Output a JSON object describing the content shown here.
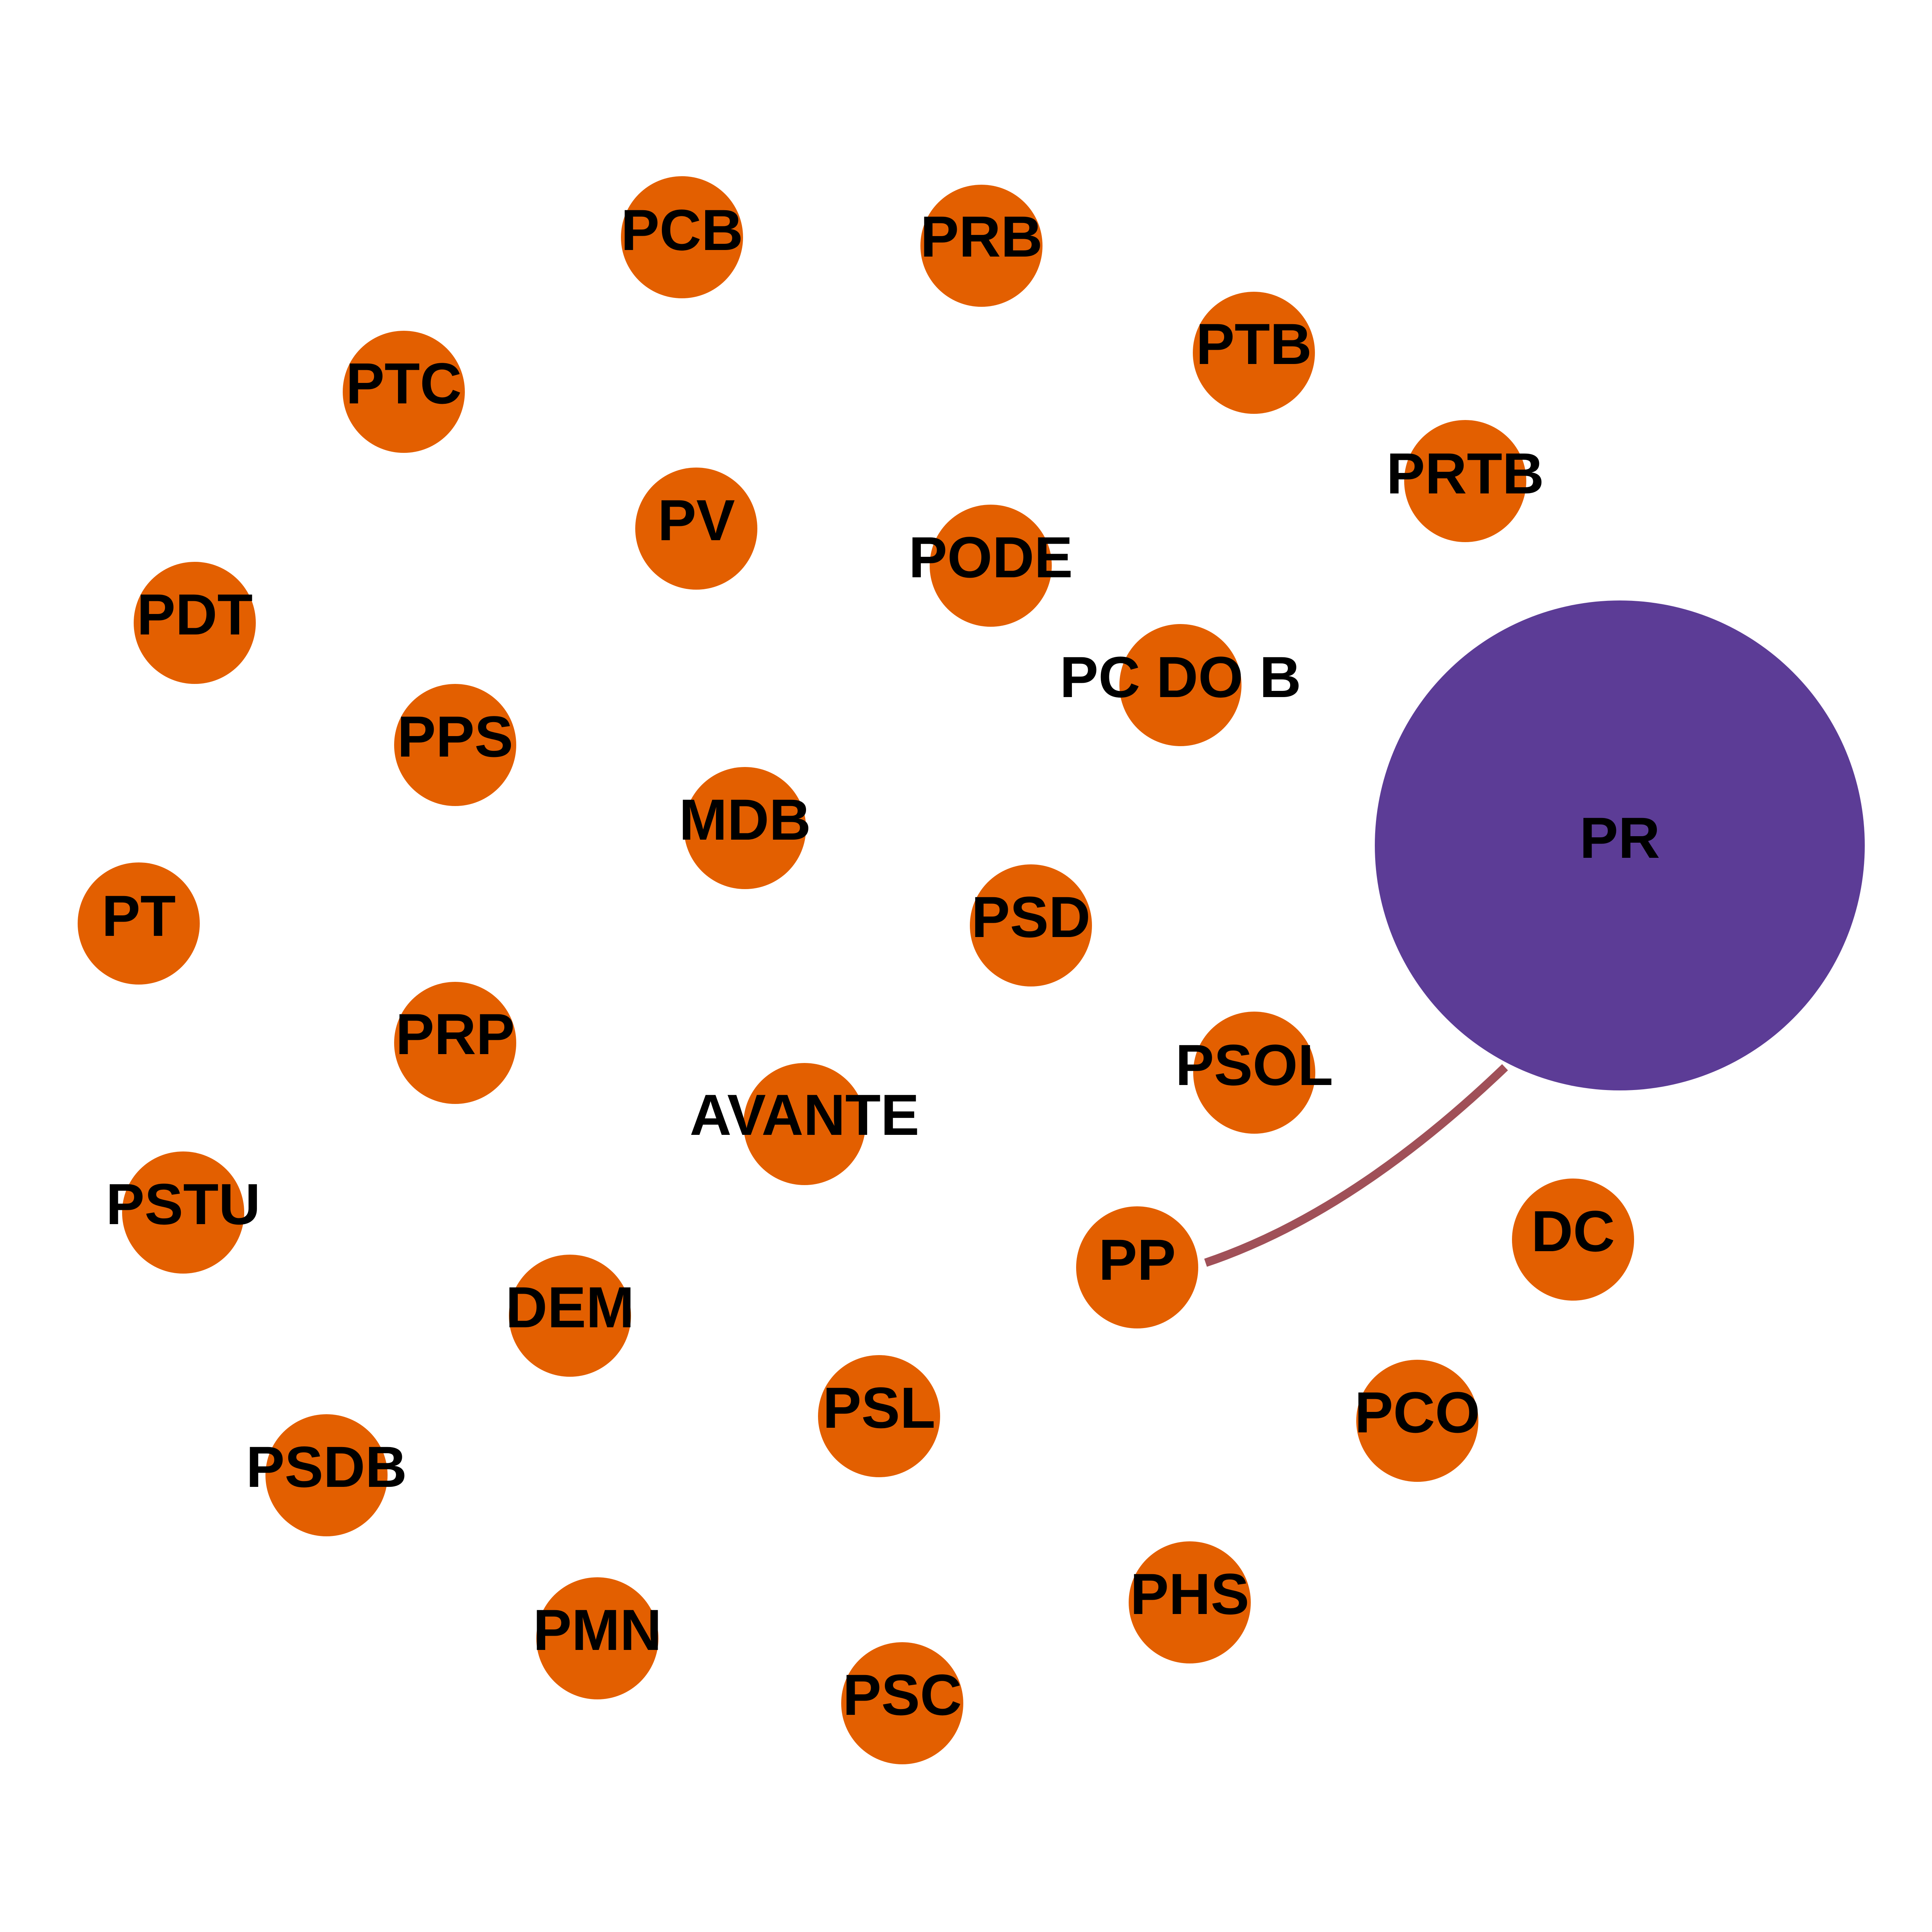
{
  "colors": {
    "background": "#ffffff",
    "small_node": "#e35f00",
    "hub_node": "#5c3c96",
    "edge": "#a05058",
    "label": "#000000"
  },
  "nodes": [
    {
      "id": "pcb",
      "label": "PCB"
    },
    {
      "id": "prb",
      "label": "PRB"
    },
    {
      "id": "ptb",
      "label": "PTB"
    },
    {
      "id": "ptc",
      "label": "PTC"
    },
    {
      "id": "prtb",
      "label": "PRTB"
    },
    {
      "id": "pv",
      "label": "PV"
    },
    {
      "id": "pode",
      "label": "PODE"
    },
    {
      "id": "pdt",
      "label": "PDT"
    },
    {
      "id": "pcdob",
      "label": "PC DO B"
    },
    {
      "id": "pps",
      "label": "PPS"
    },
    {
      "id": "mdb",
      "label": "MDB"
    },
    {
      "id": "pr",
      "label": "PR"
    },
    {
      "id": "pt",
      "label": "PT"
    },
    {
      "id": "psd",
      "label": "PSD"
    },
    {
      "id": "prp",
      "label": "PRP"
    },
    {
      "id": "psol",
      "label": "PSOL"
    },
    {
      "id": "avante",
      "label": "AVANTE"
    },
    {
      "id": "pstu",
      "label": "PSTU"
    },
    {
      "id": "dc",
      "label": "DC"
    },
    {
      "id": "pp",
      "label": "PP"
    },
    {
      "id": "dem",
      "label": "DEM"
    },
    {
      "id": "psl",
      "label": "PSL"
    },
    {
      "id": "pco",
      "label": "PCO"
    },
    {
      "id": "psdb",
      "label": "PSDB"
    },
    {
      "id": "phs",
      "label": "PHS"
    },
    {
      "id": "pmn",
      "label": "PMN"
    },
    {
      "id": "psc",
      "label": "PSC"
    }
  ],
  "edges": [
    {
      "source": "pp",
      "target": "pr"
    }
  ]
}
